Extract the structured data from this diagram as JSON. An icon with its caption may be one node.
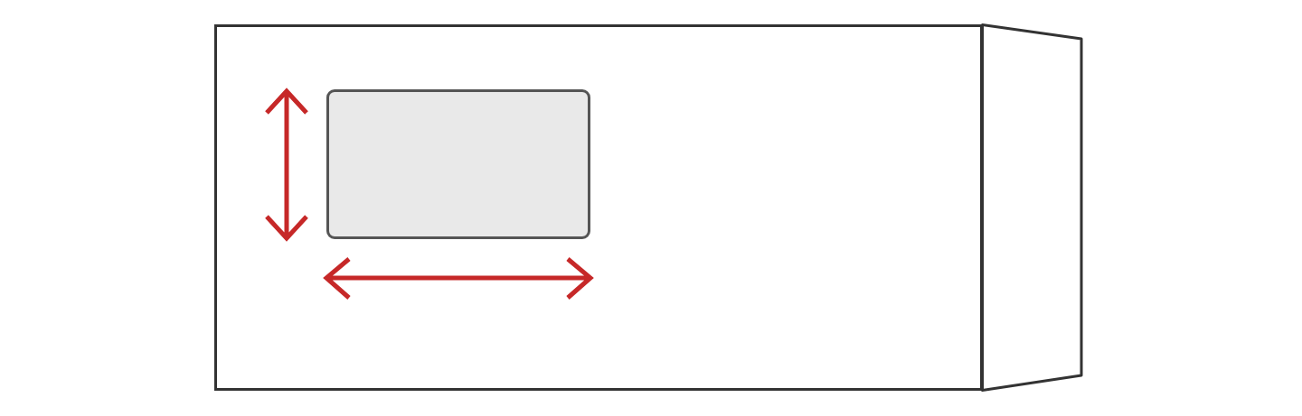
{
  "diagram": {
    "nodes": [
      {
        "text": [],
        "shape": "box"
      },
      {
        "text": [],
        "shape": "box",
        "in": 0
      },
      {
        "text": [],
        "shape": "trapezoid"
      }
    ]
  }
}
